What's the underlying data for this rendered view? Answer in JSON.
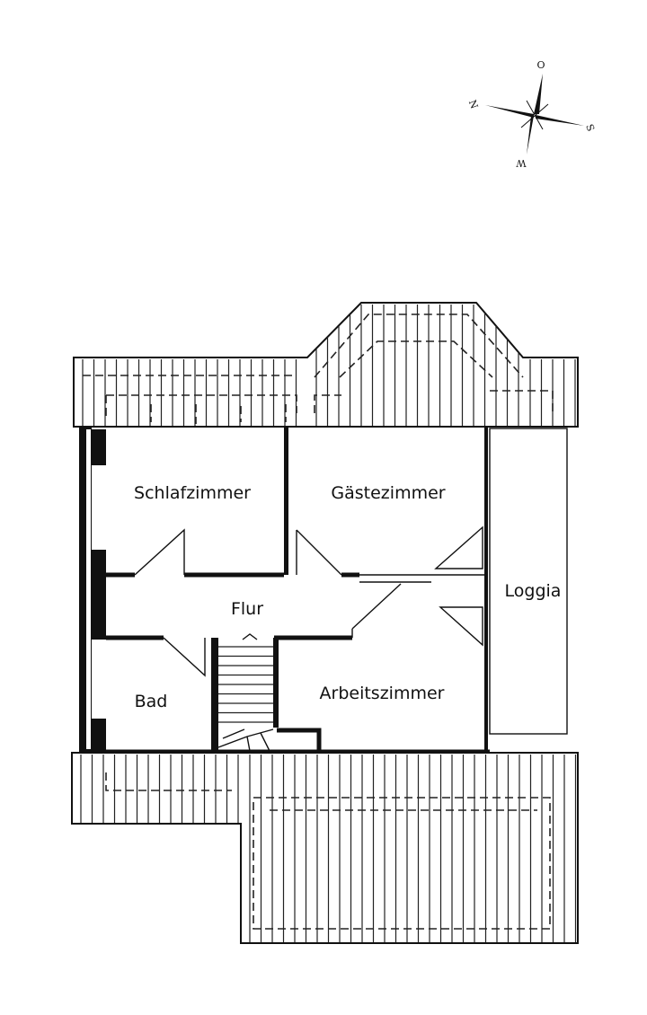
{
  "rooms": {
    "schlafzimmer": "Schlafzimmer",
    "gaestezimmer": "Gästezimmer",
    "flur": "Flur",
    "loggia": "Loggia",
    "bad": "Bad",
    "arbeitszimmer": "Arbeitszimmer"
  },
  "compass": {
    "north": "N",
    "south": "S",
    "east": "O",
    "west": "W"
  },
  "colors": {
    "line": "#111111",
    "background": "#ffffff"
  }
}
